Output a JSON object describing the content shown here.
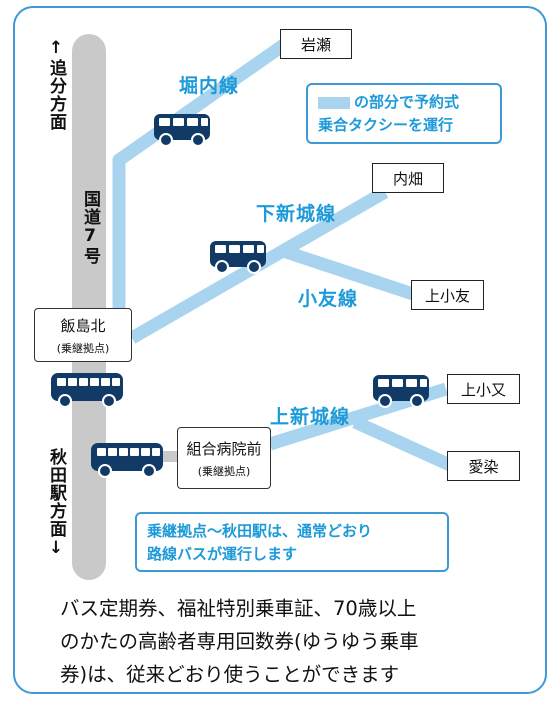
{
  "road": {
    "top_label": "↑追分方面",
    "route_label": "国道7号",
    "bottom_label": "秋田駅方面↓"
  },
  "lines": {
    "horinai": "堀内線",
    "shimoshinjo": "下新城線",
    "kotomo": "小友線",
    "kamishinjo": "上新城線"
  },
  "destinations": {
    "iwase": "岩瀬",
    "naibata": "内畑",
    "kamikotomo": "上小友",
    "kamikomata": "上小又",
    "aizome": "愛染"
  },
  "hubs": {
    "iijimakita": {
      "name": "飯島北",
      "sub": "(乗継拠点)"
    },
    "kumiai": {
      "name": "組合病院前",
      "sub": "(乗継拠点)"
    }
  },
  "legend": {
    "line1": "の部分で予約式",
    "line2": "乗合タクシーを運行"
  },
  "note": {
    "line1": "乗継拠点～秋田駅は、通常どおり",
    "line2": "路線バスが運行します"
  },
  "footer": {
    "line1": "バス定期券、福祉特別乗車証、70歳以上",
    "line2": "のかたの高齢者専用回数券(ゆうゆう乗車",
    "line3": "券)は、従来どおり使うことができます"
  },
  "colors": {
    "frame": "#3d9ad6",
    "route_light_blue": "#a8d4ef",
    "road_gray": "#c9c9c9",
    "bus_navy": "#123a67",
    "label_blue": "#1d9ad9"
  },
  "icons": [
    "bus-icon"
  ]
}
